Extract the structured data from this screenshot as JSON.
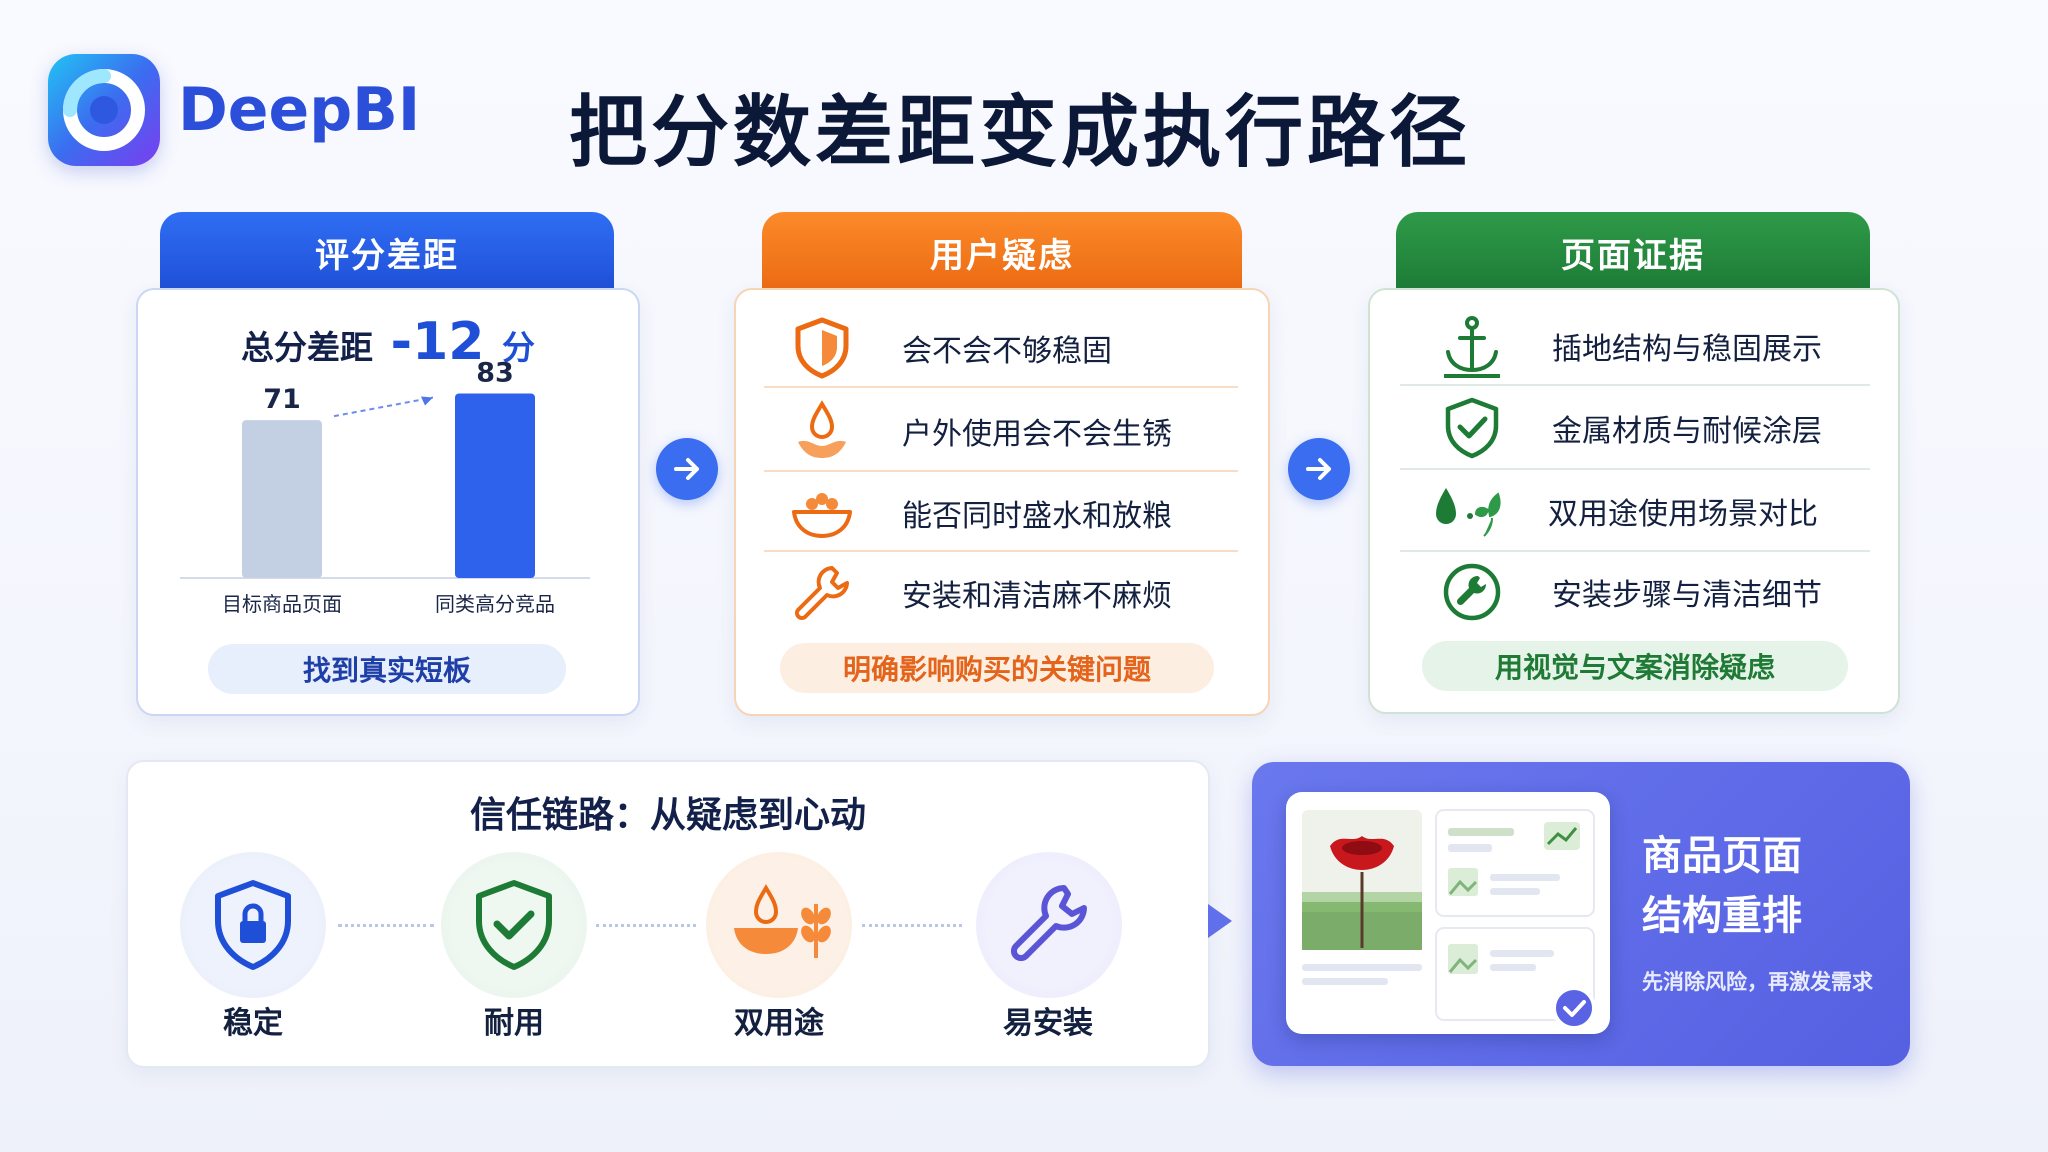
{
  "brand": {
    "name": "DeepBI"
  },
  "title": "把分数差距变成执行路径",
  "cards": {
    "score_gap": {
      "header": "评分差距",
      "gap_prefix": "总分差距",
      "gap_value": "-12",
      "gap_unit": "分",
      "footer": "找到真实短板"
    },
    "user_concerns": {
      "header": "用户疑虑",
      "items": [
        "会不会不够稳固",
        "户外使用会不会生锈",
        "能否同时盛水和放粮",
        "安装和清洁麻不麻烦"
      ],
      "footer": "明确影响购买的关键问题"
    },
    "page_evidence": {
      "header": "页面证据",
      "items": [
        "插地结构与稳固展示",
        "金属材质与耐候涂层",
        "双用途使用场景对比",
        "安装步骤与清洁细节"
      ],
      "footer": "用视觉与文案消除疑虑"
    }
  },
  "chart_data": {
    "type": "bar",
    "categories": [
      "目标商品页面",
      "同类高分竞品"
    ],
    "values": [
      71,
      83
    ],
    "ylim": [
      0,
      100
    ]
  },
  "trust": {
    "title": "信任链路：从疑虑到心动",
    "steps": [
      "稳定",
      "耐用",
      "双用途",
      "易安装"
    ]
  },
  "result": {
    "title_line1": "商品页面",
    "title_line2": "结构重排",
    "subtitle": "先消除风险，再激发需求"
  },
  "colors": {
    "blue": "#1f4fd6",
    "orange": "#ec6a12",
    "green": "#1d7b36",
    "purple": "#5560e2"
  }
}
